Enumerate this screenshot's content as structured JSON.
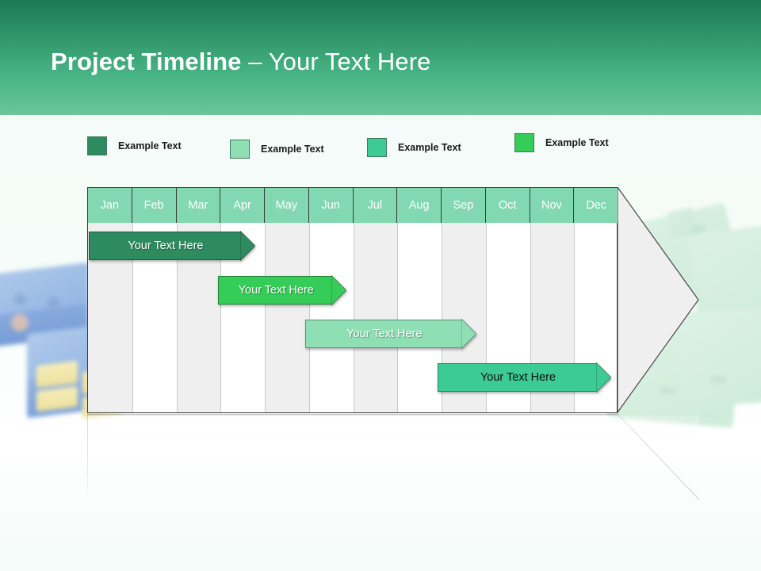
{
  "header": {
    "title_bold": "Project Timeline",
    "title_light": " – Your Text Here",
    "gradient_top": "#1d7a52",
    "gradient_bottom": "#69c79a"
  },
  "legend": {
    "items": [
      {
        "label": "Example Text",
        "color": "#2e8b60",
        "x": 110,
        "label_size": 12.5
      },
      {
        "label": "Example Text",
        "color": "#8ee0b4",
        "x": 290,
        "label_size": 12.5
      },
      {
        "label": "Example Text",
        "color": "#3ccb94",
        "x": 463,
        "label_size": 12.5
      },
      {
        "label": "Example Text",
        "color": "#35cc57",
        "x": 649,
        "label_size": 12.5
      }
    ]
  },
  "chart_data": {
    "type": "bar",
    "title": "Project Timeline – Your Text Here",
    "chart_kind": "gantt-timeline",
    "categories": [
      "Jan",
      "Feb",
      "Mar",
      "Apr",
      "May",
      "Jun",
      "Jul",
      "Aug",
      "Sep",
      "Oct",
      "Nov",
      "Dec"
    ],
    "xlabel": "",
    "ylabel": "",
    "grid": true,
    "legend_position": "top",
    "month_header_color": "#82d8b0",
    "month_text_color": "#ffffff",
    "column_shade_color": "#efefef",
    "column_base_color": "#ffffff",
    "grid_border_color": "#3a3a3a",
    "arrowhead_fill": "#efefef",
    "arrowhead_stroke": "#3a3a3a",
    "series": [
      {
        "name": "Your  Text Here",
        "label": "Your  Text Here",
        "start_month": "Jan",
        "end_month": "Apr",
        "start_index": 0,
        "end_index": 3.8,
        "row": 1,
        "color": "#2e8b60",
        "text_color": "#ffffff"
      },
      {
        "name": "Your  Text Here",
        "label": "Your  Text Here",
        "start_month": "Apr",
        "end_month": "Jun",
        "start_index": 2.93,
        "end_index": 5.87,
        "row": 2,
        "color": "#35cc57",
        "text_color": "#ffffff"
      },
      {
        "name": "Your  Text Here",
        "label": "Your  Text Here",
        "start_month": "Jun",
        "end_month": "Sep",
        "start_index": 4.9,
        "end_index": 8.8,
        "row": 3,
        "color": "#8ee0b4",
        "text_color": "#ffffff"
      },
      {
        "name": "Your  Text Here",
        "label": "Your  Text Here",
        "start_month": "Sep",
        "end_month": "Dec",
        "start_index": 7.9,
        "end_index": 11.85,
        "row": 4,
        "color": "#3ccb94",
        "text_color": "#111111"
      }
    ]
  }
}
